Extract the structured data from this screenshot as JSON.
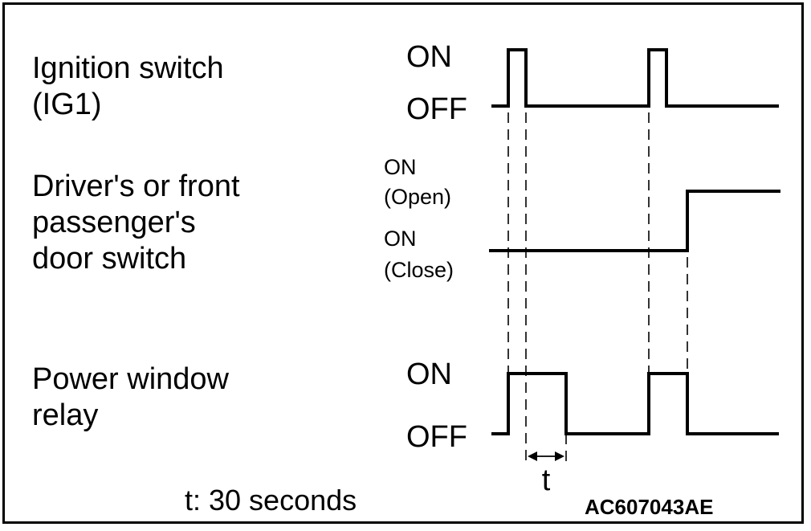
{
  "signals": [
    {
      "name_lines": [
        "Ignition switch",
        "(IG1)"
      ],
      "level_high": [
        "ON"
      ],
      "level_low": [
        "OFF"
      ]
    },
    {
      "name_lines": [
        "Driver's or front",
        "passenger's",
        "door switch"
      ],
      "level_high": [
        "ON",
        "(Open)"
      ],
      "level_low": [
        "ON",
        "(Close)"
      ]
    },
    {
      "name_lines": [
        "Power window",
        "relay"
      ],
      "level_high": [
        "ON"
      ],
      "level_low": [
        "OFF"
      ]
    }
  ],
  "timing": {
    "interval_label": "t",
    "note": "t: 30 seconds"
  },
  "figure_code": "AC607043AE",
  "colors": {
    "line": "#000000",
    "background": "#ffffff"
  }
}
